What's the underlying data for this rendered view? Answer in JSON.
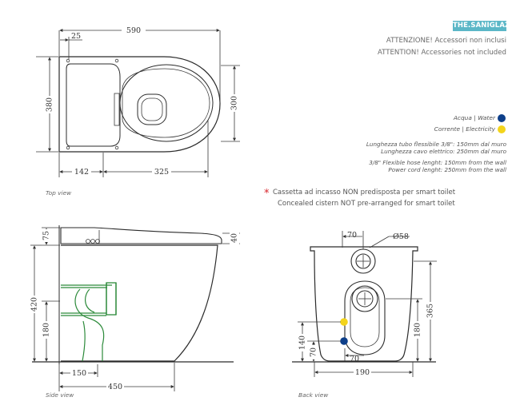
{
  "brand_badge": "THE.SANIGLAZE",
  "warnings": {
    "it": "ATTENZIONE! Accessori non inclusi",
    "en": "ATTENTION! Accessories not included"
  },
  "legend": [
    {
      "label": "Acqua | Water",
      "color": "#0d3f8a"
    },
    {
      "label": "Corrente | Electricity",
      "color": "#f3d41c"
    }
  ],
  "specs": {
    "it_line1": "Lunghezza tubo flessibile 3/8\": 150mm dal muro",
    "it_line2": "Lunghezza cavo elettrico: 250mm dal muro",
    "en_line1": "3/8\" Flexible hose lenght: 150mm from the wall",
    "en_line2": "Power cord lenght: 250mm from the wall"
  },
  "cistern_note": {
    "star": "*",
    "it": "Cassetta ad incasso NON predisposta per smart toilet",
    "en": "Concealed cistern NOT pre-arranged for smart toilet"
  },
  "views": {
    "top": "Top view",
    "side": "Side view",
    "back": "Back view"
  },
  "dimensions": {
    "top": {
      "width": "590",
      "offset": "25",
      "depth": "380",
      "bowl": "300",
      "left": "142",
      "right": "325"
    },
    "side": {
      "top": "75",
      "lid": "40",
      "height": "420",
      "inlet": "180",
      "outlet": "150",
      "length": "450"
    },
    "back": {
      "offset": "70",
      "hole": "Ø58",
      "height": "365",
      "inlet": "180",
      "low": "140",
      "bottom": "70",
      "width": "190",
      "outlet": "70"
    }
  }
}
